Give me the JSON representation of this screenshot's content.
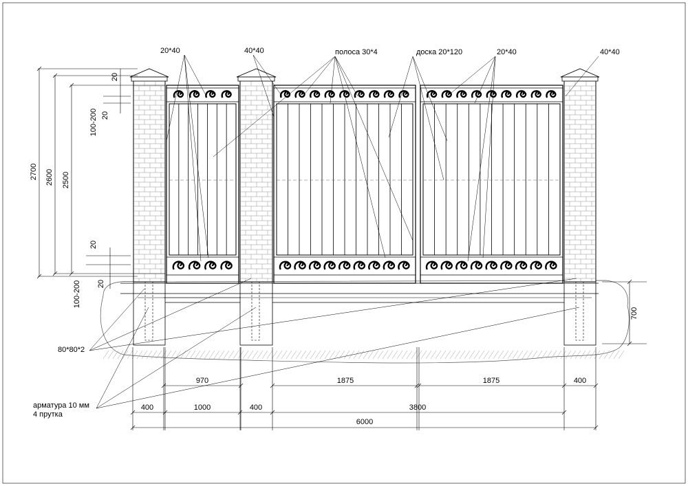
{
  "labels": {
    "post_top_left": "20*40",
    "post_top_mid": "40*40",
    "strip": "полоса 30*4",
    "board": "доска 20*120",
    "gate_top": "20*40",
    "post_top_right": "40*40",
    "pipe": "80*80*2",
    "rebar_line1": "арматура 10 мм",
    "rebar_line2": "4 прутка"
  },
  "dims_vertical": {
    "h2700": "2700",
    "h2600": "2600",
    "h2500": "2500",
    "gap_top_a": "20",
    "gap_top_b": "20",
    "gap_top_range": "100-200",
    "gap_bot_a": "20",
    "gap_bot_b": "20",
    "gap_bot_range": "100-200",
    "foundation": "700"
  },
  "dims_horizontal": {
    "row1": [
      "970",
      "1875",
      "1875",
      "400"
    ],
    "row2": [
      "400",
      "1000",
      "400",
      "3800"
    ],
    "total": "6000"
  }
}
